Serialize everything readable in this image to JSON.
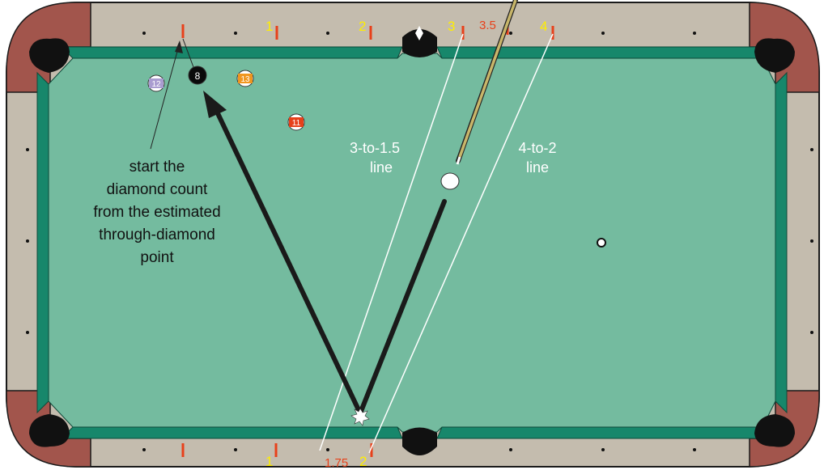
{
  "colors": {
    "rail": "#c4bcae",
    "corner": "#a2554c",
    "cloth": "#74bb9f",
    "cushion": "#17876b",
    "pocket": "#111111",
    "diamond_mark": "#e8401a",
    "number_label": "#ffee00",
    "half_label": "#e8401a",
    "aim_line": "#ffffff",
    "path": "#1a1a1a",
    "cue_stick": "#c8b66a"
  },
  "top_rail_numbers": [
    "1",
    "2",
    "3",
    "4"
  ],
  "top_rail_half": "3.5",
  "bottom_rail_numbers": [
    "1",
    "2"
  ],
  "bottom_rail_half": "1.75",
  "line_labels": {
    "three": [
      "3-to-1.5",
      "line"
    ],
    "four": [
      "4-to-2",
      "line"
    ]
  },
  "annotation": [
    "start the",
    "diamond count",
    "from the estimated",
    "through-diamond",
    "point"
  ],
  "balls": [
    {
      "number": "12",
      "color": "#a99cd0",
      "stripe": true,
      "text_color": "#ffffff"
    },
    {
      "number": "8",
      "color": "#0a0a0a",
      "stripe": false,
      "text_color": "#ffffff"
    },
    {
      "number": "13",
      "color": "#f0961e",
      "stripe": true,
      "text_color": "#ffffff"
    },
    {
      "number": "11",
      "color": "#e6401a",
      "stripe": true,
      "text_color": "#ffffff"
    }
  ],
  "icons": [
    "cue-ball-icon",
    "cue-stick-icon",
    "object-ball-icon"
  ]
}
